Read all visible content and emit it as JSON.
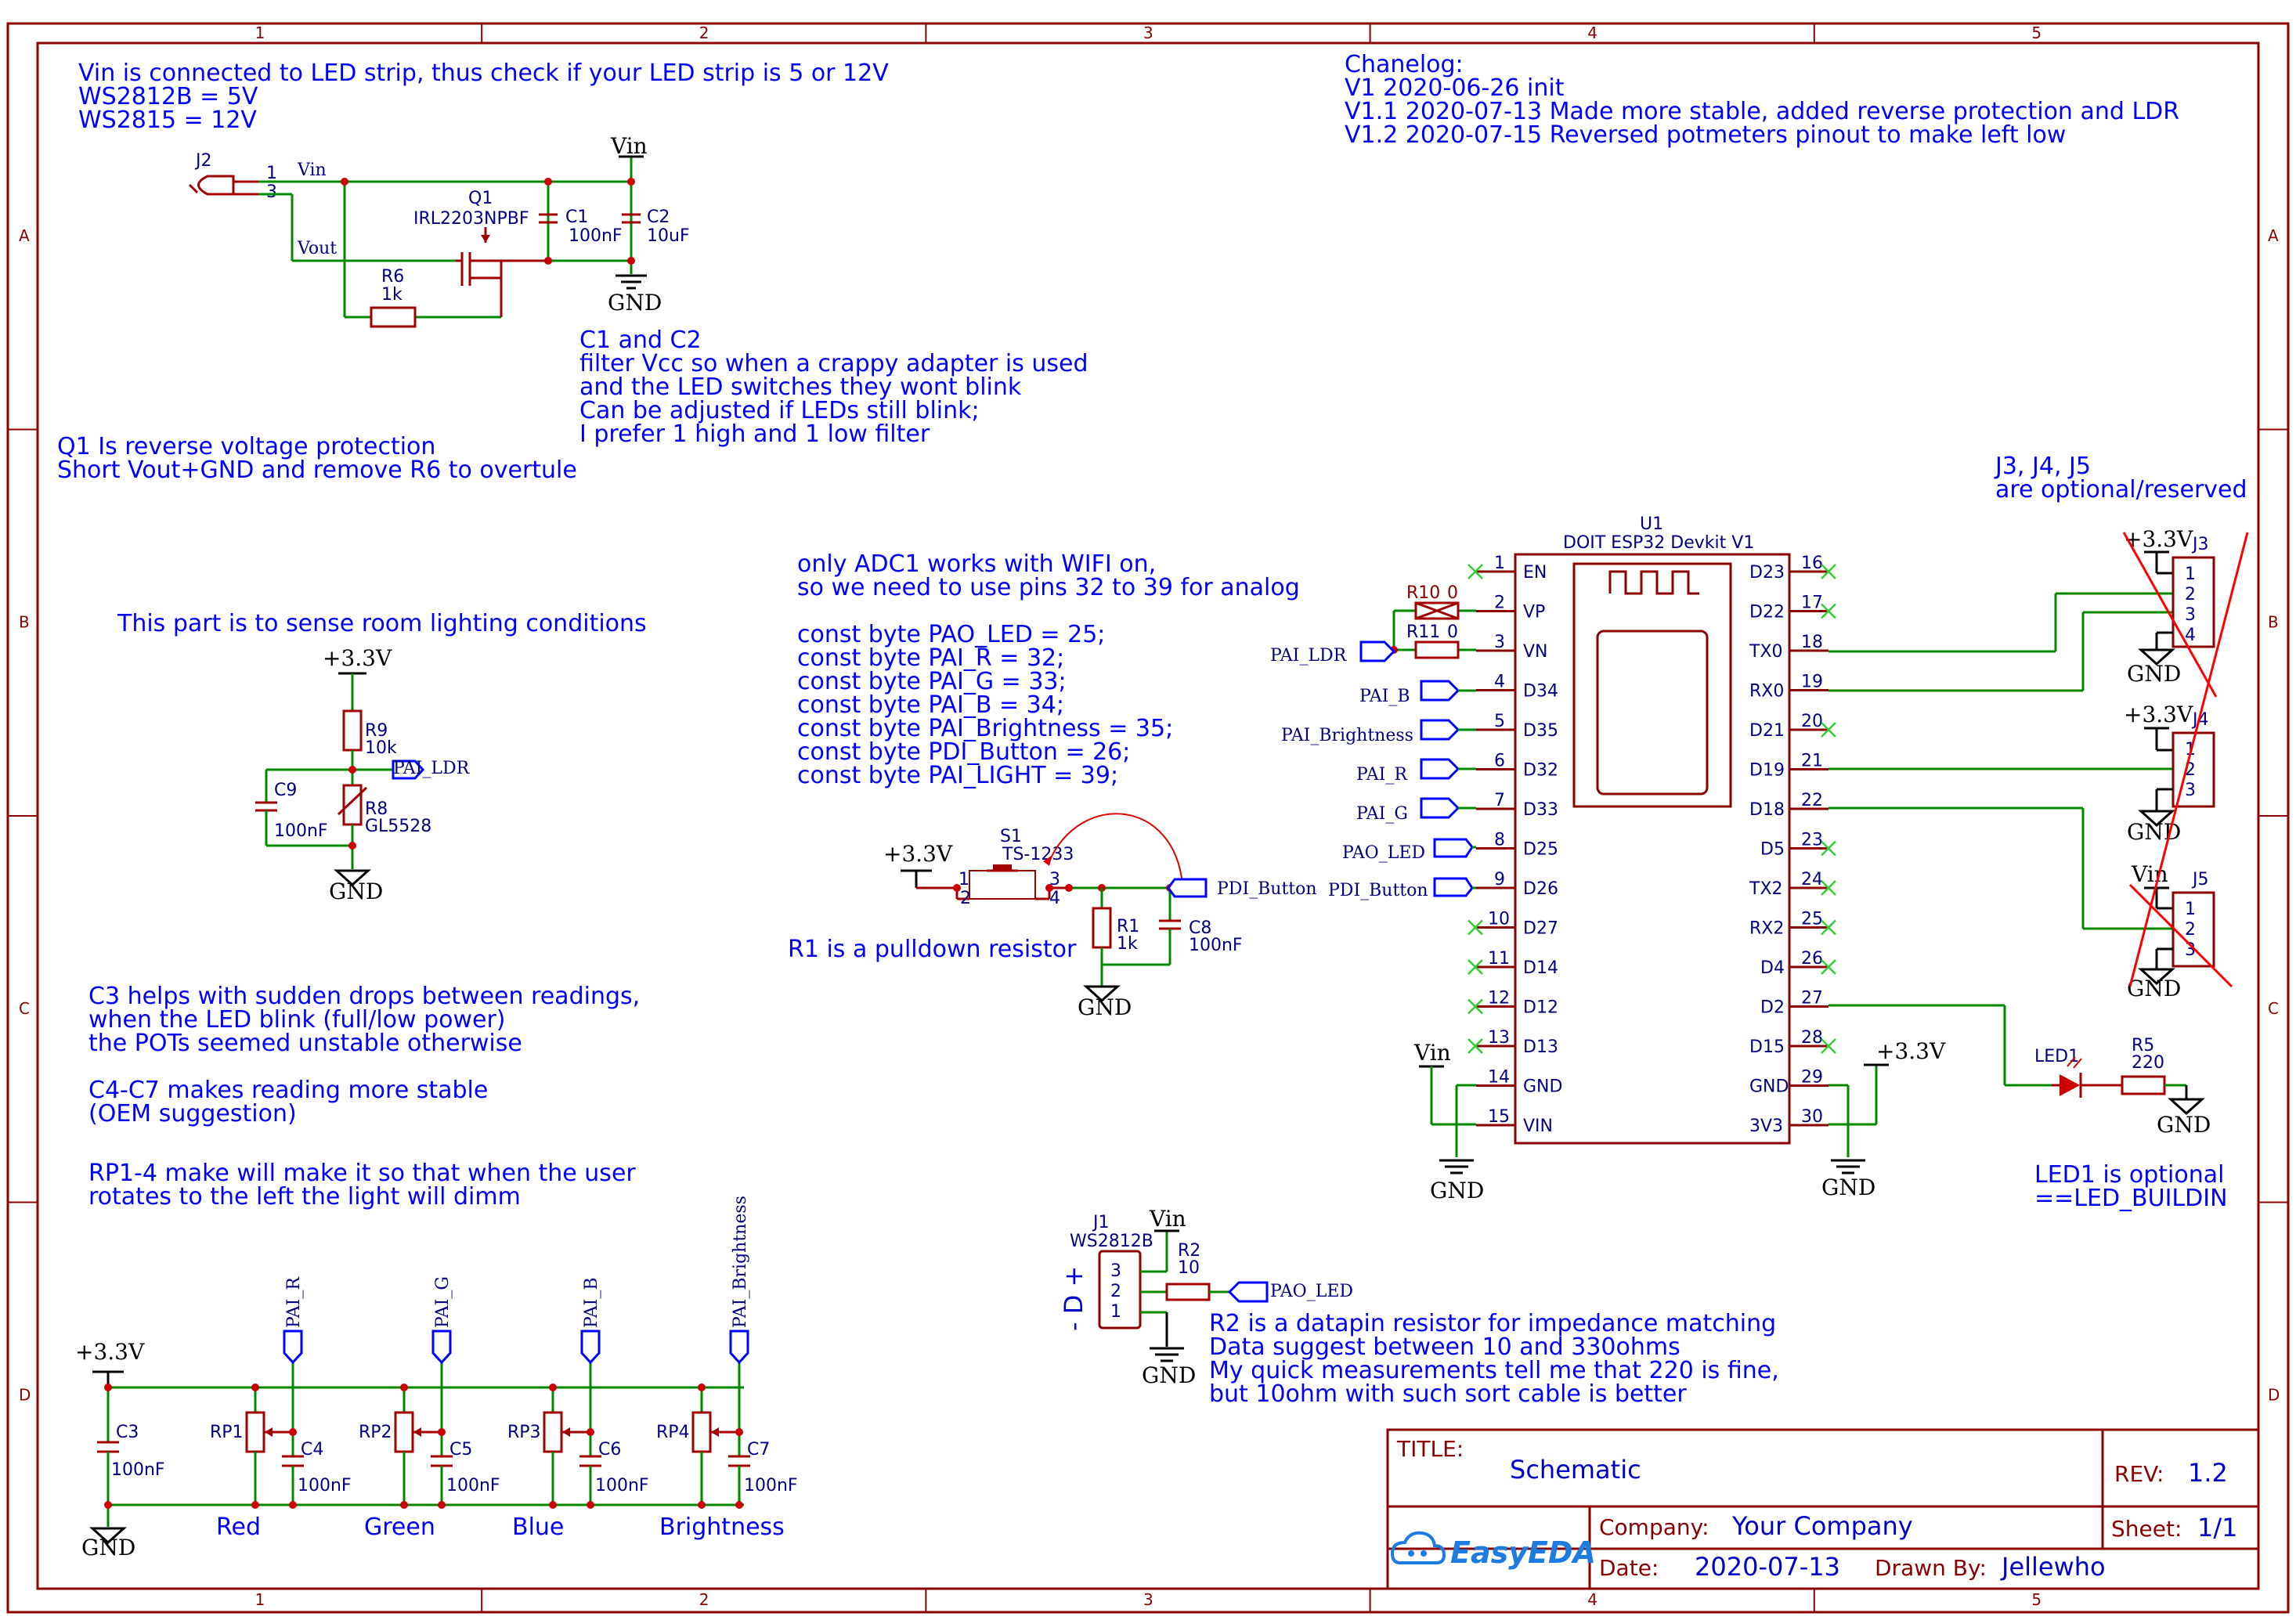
{
  "frame": {
    "columns": [
      "1",
      "2",
      "3",
      "4",
      "5"
    ],
    "rows": [
      "A",
      "B",
      "C",
      "D"
    ]
  },
  "notes": {
    "vin_note": [
      "Vin is connected to LED strip, thus check if your LED strip is 5 or 12V",
      "WS2812B = 5V",
      "WS2815  = 12V"
    ],
    "changelog": [
      "Chanelog:",
      "V1  2020-06-26 init",
      "V1.1 2020-07-13 Made more stable, added reverse protection and LDR",
      "V1.2 2020-07-15 Reversed potmeters pinout to make left low"
    ],
    "c1c2_note": [
      "C1 and C2",
      "filter Vcc so when a crappy adapter is used",
      "and the LED switches they wont blink",
      "Can be adjusted if LEDs still blink;",
      "I prefer 1 high and 1 low filter"
    ],
    "q1_note": [
      "Q1 Is reverse voltage protection",
      "Short Vout+GND and remove R6 to overtule"
    ],
    "j345_note": [
      "J3, J4, J5",
      "are optional/reserved"
    ],
    "adc_note": [
      "only ADC1 works with WIFI on,",
      "so we need to use pins 32 to 39 for analog",
      "",
      "const byte PAO_LED = 25;",
      "const byte PAI_R = 32;",
      "const byte PAI_G = 33;",
      "const byte PAI_B = 34;",
      "const byte PAI_Brightness = 35;",
      "const byte PDI_Button = 26;",
      "const byte PAI_LIGHT = 39;"
    ],
    "ldr_note": "This part is to sense room lighting conditions",
    "r1_note": "R1 is a pulldown resistor",
    "c3_note": [
      "C3 helps with sudden drops between readings,",
      "when the LED blink (full/low power)",
      "the POTs seemed unstable otherwise",
      "",
      "C4-C7 makes reading more stable",
      "(OEM suggestion)",
      "",
      "RP1-4 make will make it so that when the user",
      "rotates to the left the light will dimm"
    ],
    "led1_note": [
      "LED1 is optional",
      "==LED_BUILDIN"
    ],
    "r2_note": [
      "R2 is a datapin resistor for impedance matching",
      "Data suggest between 10 and 330ohms",
      "My quick measurements tell me that 220 is fine,",
      "but 10ohm with such sort cable is better"
    ]
  },
  "power": {
    "vin": "Vin",
    "gnd": "GND",
    "v33": "+3.3V",
    "net_vin": "Vin",
    "net_vout": "Vout"
  },
  "components": {
    "j2": {
      "ref": "J2",
      "pin1": "1",
      "pin3": "3"
    },
    "q1": {
      "ref": "Q1",
      "value": "IRL2203NPBF"
    },
    "c1": {
      "ref": "C1",
      "value": "100nF"
    },
    "c2": {
      "ref": "C2",
      "value": "10uF"
    },
    "r6": {
      "ref": "R6",
      "value": "1k"
    },
    "r9": {
      "ref": "R9",
      "value": "10k"
    },
    "r8": {
      "ref": "R8",
      "value": "GL5528"
    },
    "c9": {
      "ref": "C9",
      "value": "100nF"
    },
    "s1": {
      "ref": "S1",
      "value": "TS-1233",
      "pins": [
        "1",
        "2",
        "3",
        "4"
      ]
    },
    "r1": {
      "ref": "R1",
      "value": "1k"
    },
    "c8": {
      "ref": "C8",
      "value": "100nF"
    },
    "r10": {
      "ref": "R10",
      "value": "0"
    },
    "r11": {
      "ref": "R11",
      "value": "0"
    },
    "u1": {
      "ref": "U1",
      "value": "DOIT ESP32 Devkit V1"
    },
    "j3": {
      "ref": "J3",
      "pins": [
        "1",
        "2",
        "3",
        "4"
      ]
    },
    "j4": {
      "ref": "J4",
      "pins": [
        "1",
        "2",
        "3"
      ]
    },
    "j5": {
      "ref": "J5",
      "pins": [
        "1",
        "2",
        "3"
      ]
    },
    "led1": {
      "ref": "LED1"
    },
    "r5": {
      "ref": "R5",
      "value": "220"
    },
    "j1": {
      "ref": "J1",
      "value": "WS2812B",
      "pins": [
        "3",
        "2",
        "1"
      ],
      "side": "- D +"
    },
    "r2": {
      "ref": "R2",
      "value": "10"
    },
    "c3": {
      "ref": "C3",
      "value": "100nF"
    },
    "pots": [
      {
        "ref": "RP1",
        "cap": "C4",
        "value": "100nF",
        "net": "PAI_R",
        "label": "Red"
      },
      {
        "ref": "RP2",
        "cap": "C5",
        "value": "100nF",
        "net": "PAI_G",
        "label": "Green"
      },
      {
        "ref": "RP3",
        "cap": "C6",
        "value": "100nF",
        "net": "PAI_B",
        "label": "Blue"
      },
      {
        "ref": "RP4",
        "cap": "C7",
        "value": "100nF",
        "net": "PAI_Brightness",
        "label": "Brightness"
      }
    ]
  },
  "nets": {
    "pai_ldr": "PAI_LDR",
    "pai_b": "PAI_B",
    "pai_brightness": "PAI_Brightness",
    "pai_r": "PAI_R",
    "pai_g": "PAI_G",
    "pao_led": "PAO_LED",
    "pdi_button": "PDI_Button"
  },
  "u1_left": [
    {
      "num": "1",
      "name": "EN"
    },
    {
      "num": "2",
      "name": "VP"
    },
    {
      "num": "3",
      "name": "VN"
    },
    {
      "num": "4",
      "name": "D34"
    },
    {
      "num": "5",
      "name": "D35"
    },
    {
      "num": "6",
      "name": "D32"
    },
    {
      "num": "7",
      "name": "D33"
    },
    {
      "num": "8",
      "name": "D25"
    },
    {
      "num": "9",
      "name": "D26"
    },
    {
      "num": "10",
      "name": "D27"
    },
    {
      "num": "11",
      "name": "D14"
    },
    {
      "num": "12",
      "name": "D12"
    },
    {
      "num": "13",
      "name": "D13"
    },
    {
      "num": "14",
      "name": "GND"
    },
    {
      "num": "15",
      "name": "VIN"
    }
  ],
  "u1_right": [
    {
      "num": "16",
      "name": "D23"
    },
    {
      "num": "17",
      "name": "D22"
    },
    {
      "num": "18",
      "name": "TX0"
    },
    {
      "num": "19",
      "name": "RX0"
    },
    {
      "num": "20",
      "name": "D21"
    },
    {
      "num": "21",
      "name": "D19"
    },
    {
      "num": "22",
      "name": "D18"
    },
    {
      "num": "23",
      "name": "D5"
    },
    {
      "num": "24",
      "name": "TX2"
    },
    {
      "num": "25",
      "name": "RX2"
    },
    {
      "num": "26",
      "name": "D4"
    },
    {
      "num": "27",
      "name": "D2"
    },
    {
      "num": "28",
      "name": "D15"
    },
    {
      "num": "29",
      "name": "GND"
    },
    {
      "num": "30",
      "name": "3V3"
    }
  ],
  "title_block": {
    "title_label": "TITLE:",
    "title": "Schematic",
    "rev_label": "REV:",
    "rev": "1.2",
    "company_label": "Company:",
    "company": "Your Company",
    "sheet_label": "Sheet:",
    "sheet": "1/1",
    "date_label": "Date:",
    "date": "2020-07-13",
    "drawn_label": "Drawn By:",
    "drawn": "Jellewho",
    "logo": "EasyEDA"
  }
}
